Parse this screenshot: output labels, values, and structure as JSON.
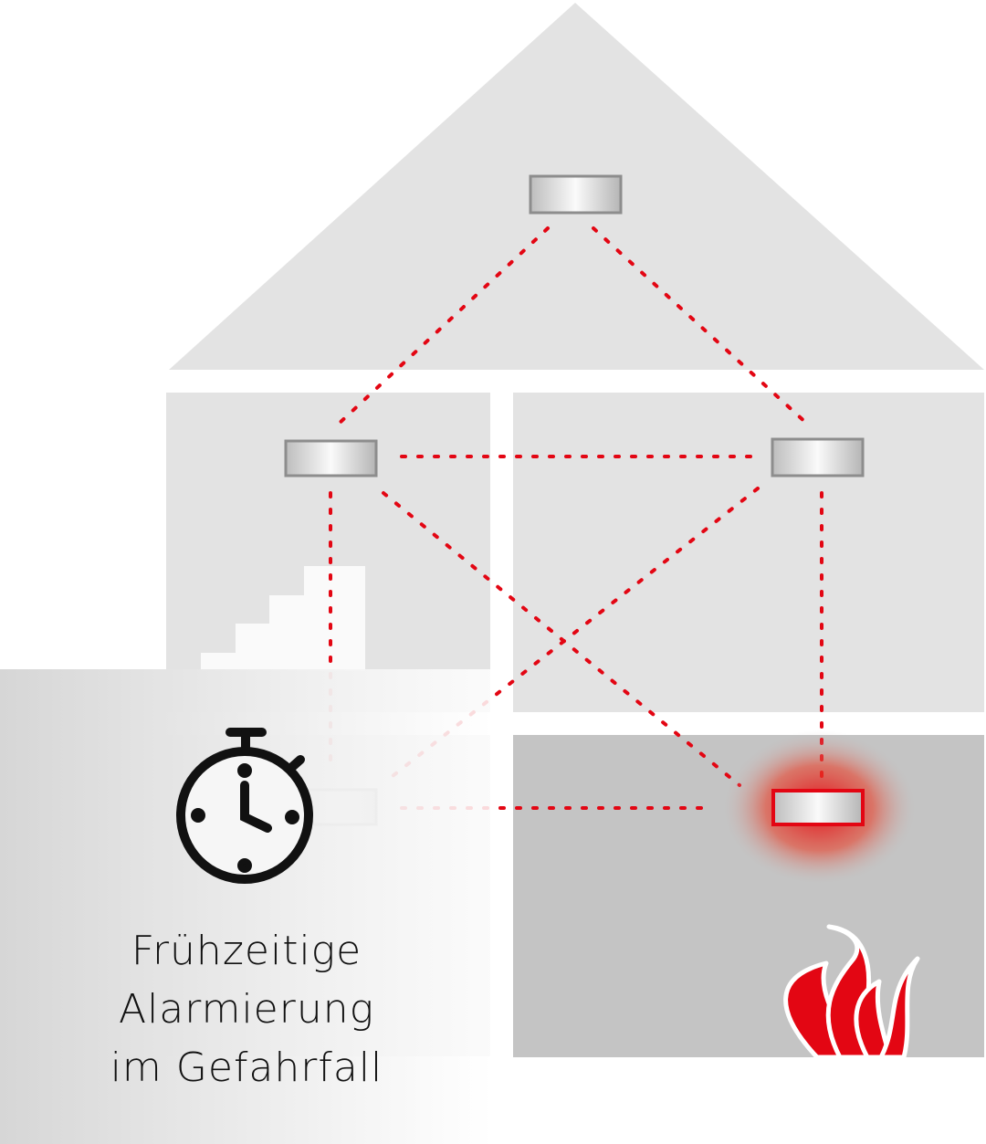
{
  "caption": {
    "line1": "Frühzeitige",
    "line2": "Alarmierung",
    "line3": "im Gefahrfall"
  },
  "icons": {
    "stopwatch": "stopwatch-icon",
    "fire": "fire-icon",
    "detector": "smoke-detector-icon"
  },
  "colors": {
    "signal": "#e30613",
    "house": "#e3e3e3",
    "alarm_room": "#c4c4c4",
    "text": "#111111"
  }
}
